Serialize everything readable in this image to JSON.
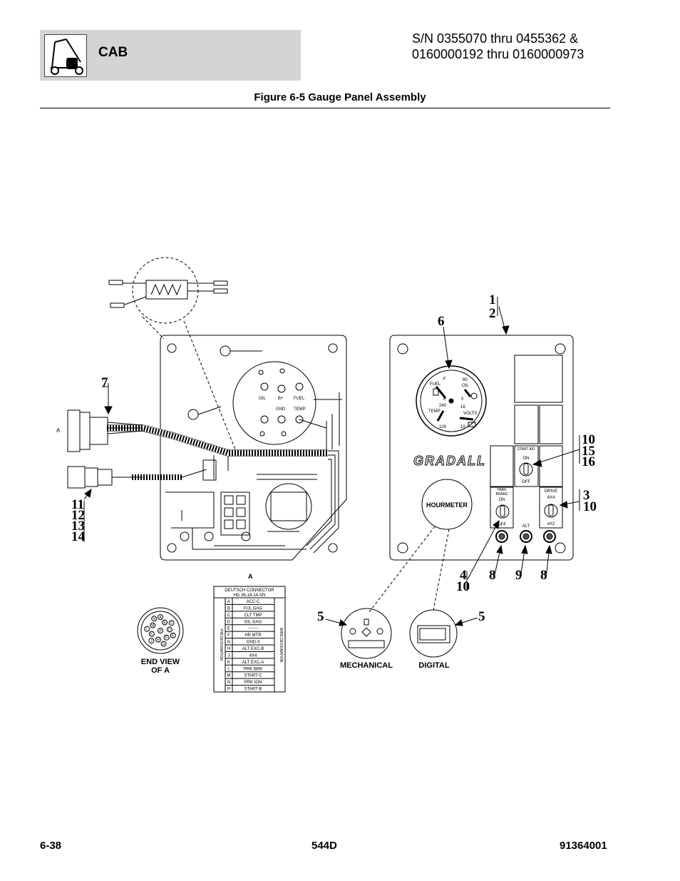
{
  "header": {
    "section": "CAB",
    "serial_line1": "S/N 0355070 thru 0455362 &",
    "serial_line2": "0160000192 thru 0160000973"
  },
  "figure": {
    "title": "Figure 6-5 Gauge Panel Assembly"
  },
  "callouts": {
    "c1": "1",
    "c2": "2",
    "c6": "6",
    "c7": "7",
    "c10a": "10",
    "c15": "15",
    "c16": "16",
    "c3": "3",
    "c10b": "10",
    "c11": "11",
    "c12": "12",
    "c13": "13",
    "c14": "14",
    "c4": "4",
    "c10c": "10",
    "c8a": "8",
    "c9": "9",
    "c8b": "8",
    "c5a": "5",
    "c5b": "5"
  },
  "labels": {
    "a_left": "A",
    "a_table": "A",
    "end_view_1": "END VIEW",
    "end_view_2": "OF A",
    "mechanical": "MECHANICAL",
    "digital": "DIGITAL"
  },
  "panel": {
    "brand": "GRADALL",
    "hourmeter": "HOURMETER",
    "gauge": {
      "fuel": "FUEL",
      "f": "F",
      "e": "E",
      "oil": "OIL",
      "oil_80": "80",
      "oil_0": "0",
      "temp": "TEMP",
      "temp_240": "240",
      "temp_100": "100",
      "volts": "VOLTS",
      "volts_16": "16",
      "volts_10": "10"
    },
    "start_aid": {
      "title": "START AID",
      "on": "ON",
      "off": "OFF"
    },
    "park_brake": {
      "title1": "PARK",
      "title2": "BRAKE",
      "on": "ON",
      "off": "OFF"
    },
    "drive": {
      "title": "DRIVE",
      "top": "4X4",
      "bottom": "4X2"
    },
    "alt": "ALT"
  },
  "gauge_rear": {
    "oil": "OIL",
    "b_plus": "B+",
    "fuel": "FUEL",
    "gnd": "GND",
    "temp": "TEMP"
  },
  "connector_table": {
    "title1": "DEUTSCH CONNECTOR",
    "title2": "HD 36-18-14-SN",
    "pin_heading": "PIN DESIGNATION",
    "wire_heading": "WIRE DESIGNATION",
    "rows": [
      {
        "pin": "A",
        "wire": "ACC-C"
      },
      {
        "pin": "B",
        "wire": "FUL GAG"
      },
      {
        "pin": "C",
        "wire": "CLT TMP"
      },
      {
        "pin": "D",
        "wire": "OIL GAG"
      },
      {
        "pin": "E",
        "wire": "-------"
      },
      {
        "pin": "F",
        "wire": "HR MTR"
      },
      {
        "pin": "G",
        "wire": "GND-3"
      },
      {
        "pin": "H",
        "wire": "ALT EXC-B"
      },
      {
        "pin": "J",
        "wire": "4X4"
      },
      {
        "pin": "K",
        "wire": "ALT EXC-A"
      },
      {
        "pin": "L",
        "wire": "PRK BRK"
      },
      {
        "pin": "M",
        "wire": "START-C"
      },
      {
        "pin": "N",
        "wire": "PRK IGN"
      },
      {
        "pin": "P",
        "wire": "START-B"
      }
    ]
  },
  "end_view_pins": [
    "A",
    "B",
    "C",
    "D",
    "E",
    "F",
    "G",
    "H",
    "J",
    "K",
    "L",
    "M",
    "N",
    "P"
  ],
  "footer": {
    "left": "6-38",
    "center": "544D",
    "right": "91364001"
  }
}
